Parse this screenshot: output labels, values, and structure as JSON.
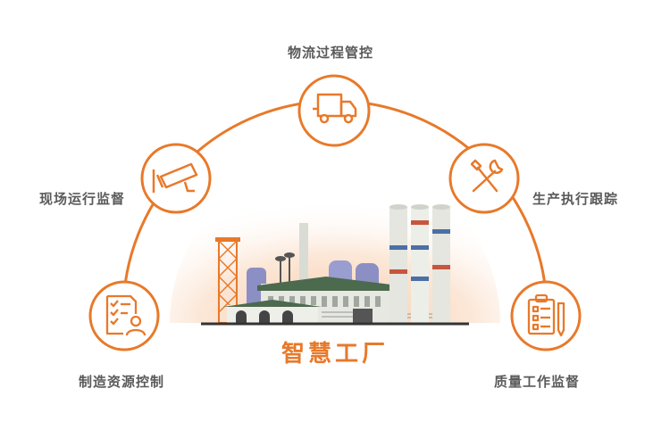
{
  "center_title": "智慧工厂",
  "nodes": [
    {
      "label": "物流过程管控",
      "icon": "truck-icon"
    },
    {
      "label": "现场运行监督",
      "icon": "camera-icon"
    },
    {
      "label": "生产执行跟踪",
      "icon": "tools-icon"
    },
    {
      "label": "制造资源控制",
      "icon": "document-person-icon"
    },
    {
      "label": "质量工作监督",
      "icon": "clipboard-icon"
    }
  ],
  "colors": {
    "accent": "#e8792a",
    "text": "#5a5a5a",
    "glow": "#f6c7a3"
  }
}
